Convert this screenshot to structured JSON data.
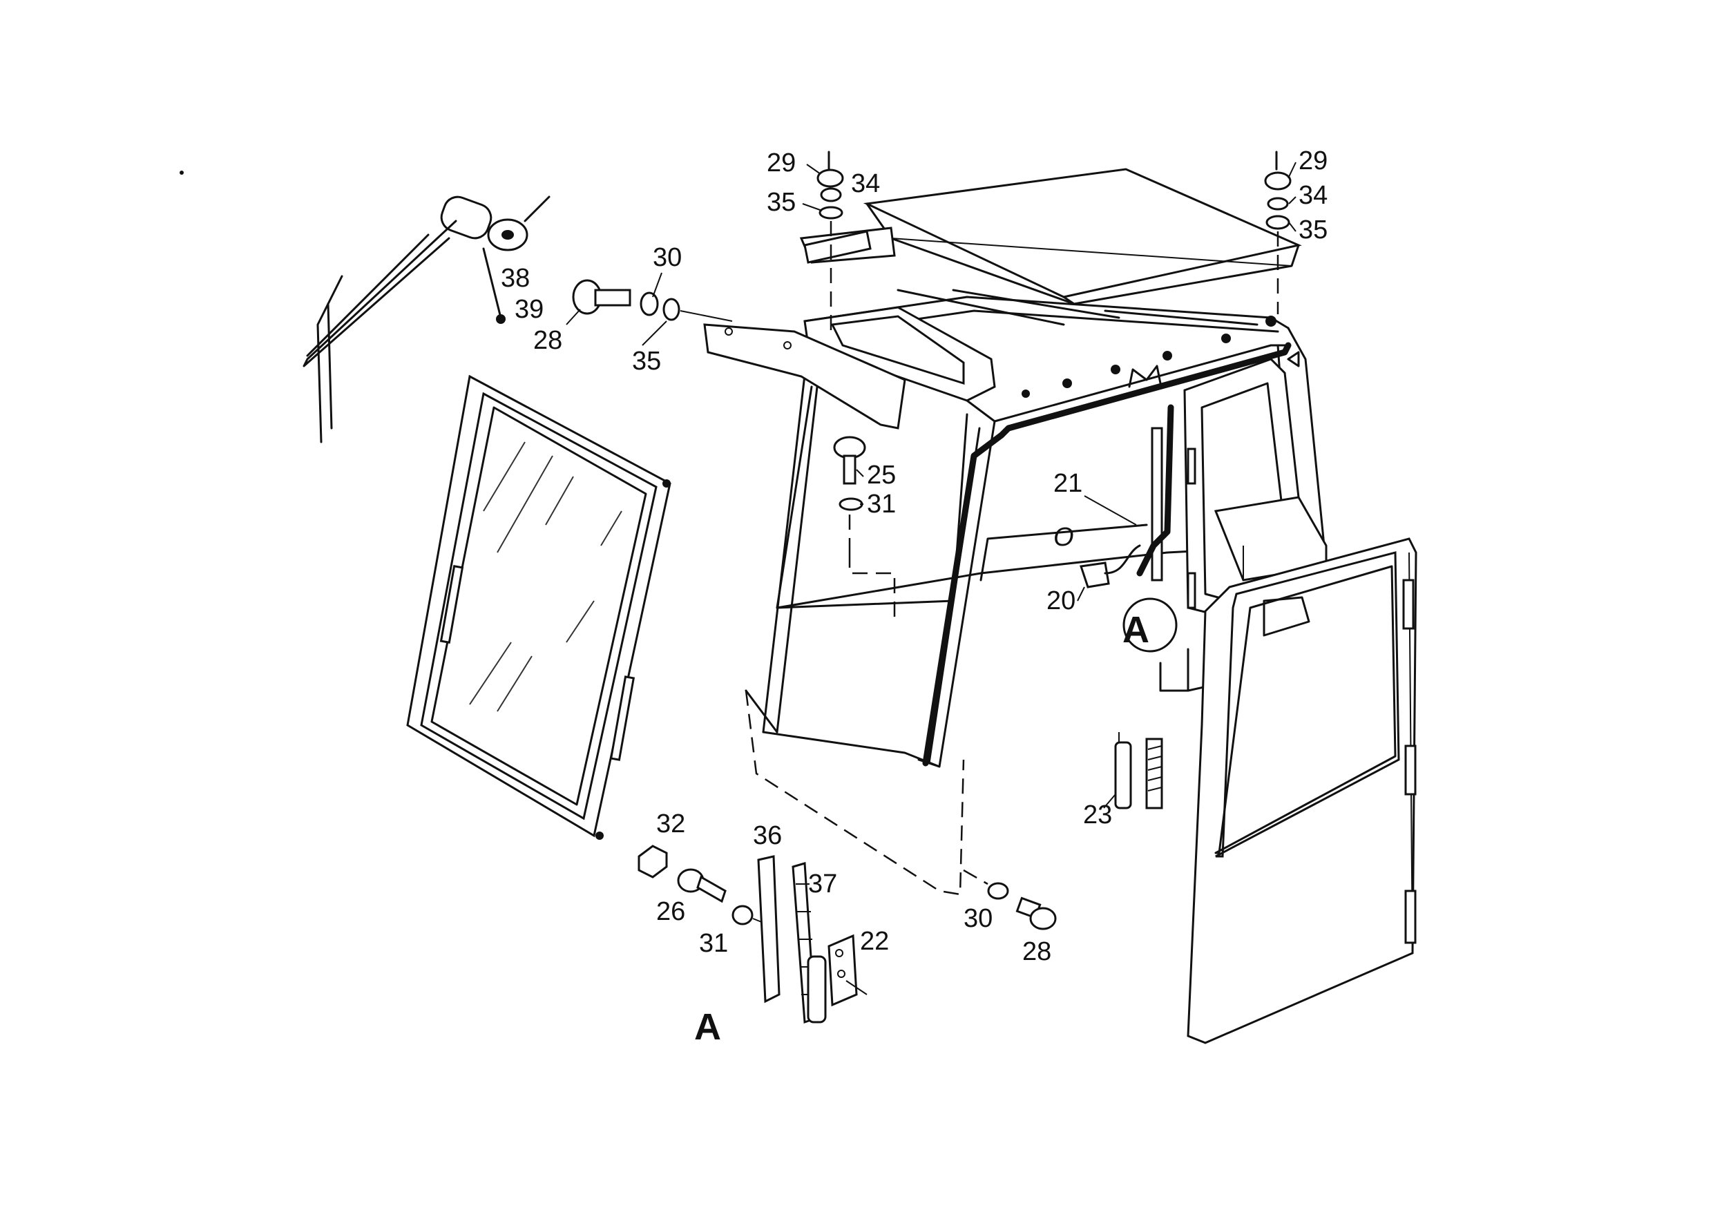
{
  "diagram": {
    "callouts": [
      {
        "id": "c29a",
        "text": "29"
      },
      {
        "id": "c34a",
        "text": "34"
      },
      {
        "id": "c35a",
        "text": "35"
      },
      {
        "id": "c29b",
        "text": "29"
      },
      {
        "id": "c34b",
        "text": "34"
      },
      {
        "id": "c35b",
        "text": "35"
      },
      {
        "id": "c30a",
        "text": "30"
      },
      {
        "id": "c38",
        "text": "38"
      },
      {
        "id": "c39",
        "text": "39"
      },
      {
        "id": "c28a",
        "text": "28"
      },
      {
        "id": "c35c",
        "text": "35"
      },
      {
        "id": "c25",
        "text": "25"
      },
      {
        "id": "c31a",
        "text": "31"
      },
      {
        "id": "c21",
        "text": "21"
      },
      {
        "id": "c20",
        "text": "20"
      },
      {
        "id": "c23",
        "text": "23"
      },
      {
        "id": "c32",
        "text": "32"
      },
      {
        "id": "c36",
        "text": "36"
      },
      {
        "id": "c37",
        "text": "37"
      },
      {
        "id": "c26",
        "text": "26"
      },
      {
        "id": "c31b",
        "text": "31"
      },
      {
        "id": "c22",
        "text": "22"
      },
      {
        "id": "c30b",
        "text": "30"
      },
      {
        "id": "c28b",
        "text": "28"
      }
    ],
    "detail_marker": "A",
    "detail_label": "A",
    "frame_mark": "O"
  }
}
